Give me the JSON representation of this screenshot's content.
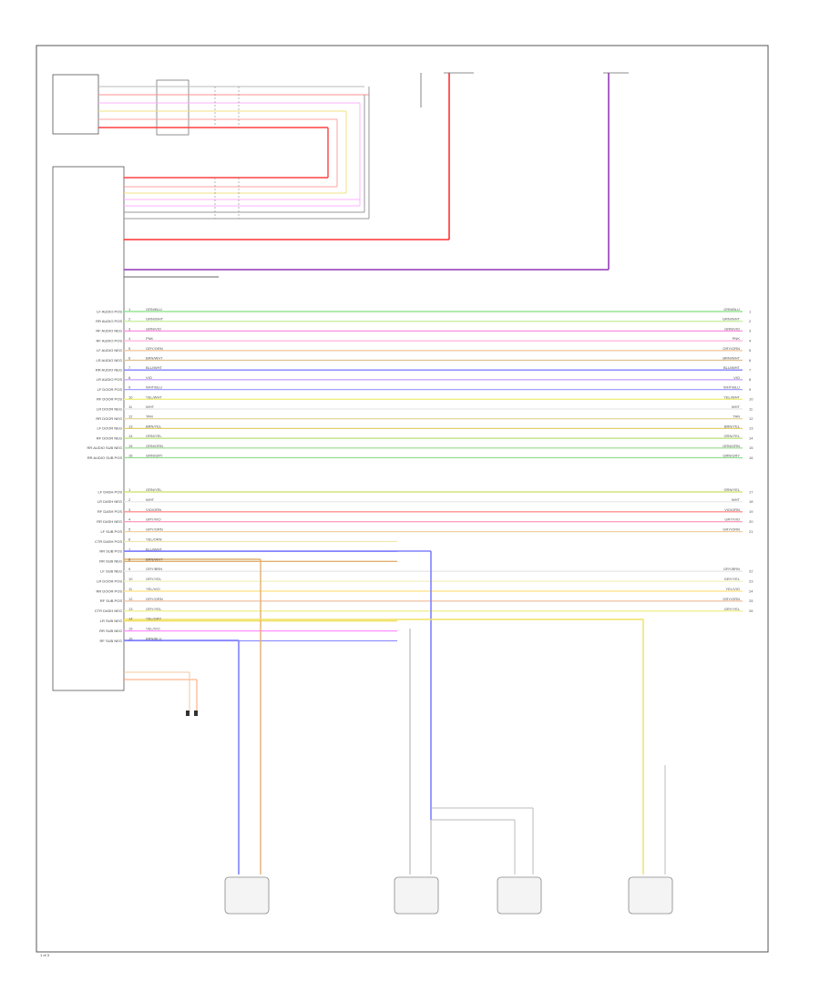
{
  "diagram": {
    "left_pins": [
      {
        "name": "LF AUDIO POS",
        "pin": "1",
        "code": "GRN/BLU",
        "right": "GRN/BLU",
        "rpin": "1",
        "color": "#7fe07f"
      },
      {
        "name": "RR AUDIO POS",
        "pin": "2",
        "code": "GRN/WHT",
        "right": "GRN/WHT",
        "rpin": "2",
        "color": "#c9f0a0"
      },
      {
        "name": "RF AUDIO NEG",
        "pin": "3",
        "code": "GRN/VIO",
        "right": "GRN/VIO",
        "rpin": "3",
        "color": "#ff8fe0"
      },
      {
        "name": "RF AUDIO POS",
        "pin": "4",
        "code": "PNK",
        "right": "PNK",
        "rpin": "4",
        "color": "#ffb0d8"
      },
      {
        "name": "LF AUDIO NEG",
        "pin": "5",
        "code": "GRY/ORN",
        "right": "GRY/ORN",
        "rpin": "5",
        "color": "#f0c8a0"
      },
      {
        "name": "LR AUDIO NEG",
        "pin": "6",
        "code": "BRN/WHT",
        "right": "BRN/WHT",
        "rpin": "6",
        "color": "#e0c090"
      },
      {
        "name": "RR AUDIO NEG",
        "pin": "7",
        "code": "BLU/WHT",
        "right": "BLU/WHT",
        "rpin": "7",
        "color": "#8080ff"
      },
      {
        "name": "LR AUDIO POS",
        "pin": "8",
        "code": "VIO",
        "right": "VIO",
        "rpin": "8",
        "color": "#c0a0ff"
      },
      {
        "name": "LF DOOR POS",
        "pin": "9",
        "code": "WHT/BLU",
        "right": "WHT/BLU",
        "rpin": "9",
        "color": "#a0a0ff"
      },
      {
        "name": "RF DOOR POS",
        "pin": "10",
        "code": "YEL/WHT",
        "right": "YEL/WHT",
        "rpin": "10",
        "color": "#f0f080"
      },
      {
        "name": "LR DOOR NEG",
        "pin": "11",
        "code": "WHT",
        "right": "WHT",
        "rpin": "11",
        "color": "#e8e8e8"
      },
      {
        "name": "RR DOOR NEG",
        "pin": "12",
        "code": "TAN",
        "right": "TAN",
        "rpin": "12",
        "color": "#e8d8a0"
      },
      {
        "name": "LF DOOR NEG",
        "pin": "13",
        "code": "BRN/YEL",
        "right": "BRN/YEL",
        "rpin": "13",
        "color": "#e0d070"
      },
      {
        "name": "RF DOOR NEG",
        "pin": "14",
        "code": "GRN/YEL",
        "right": "GRN/YEL",
        "rpin": "14",
        "color": "#b8e070"
      },
      {
        "name": "RR AUDIO SUB NEG",
        "pin": "15",
        "code": "GRN/ORN",
        "right": "GRN/ORN",
        "rpin": "15",
        "color": "#a8e0a0"
      },
      {
        "name": "RR AUDIO SUB POS",
        "pin": "16",
        "code": "GRN/GRY",
        "right": "GRN/GRY",
        "rpin": "16",
        "color": "#90e090"
      }
    ],
    "lower_pins": [
      {
        "name": "LF DASH POS",
        "pin": "1",
        "code": "GRN/YEL",
        "right": "GRN/YEL",
        "rpin": "17",
        "color": "#c8e060"
      },
      {
        "name": "LR DASH NEG",
        "pin": "2",
        "code": "WHT",
        "right": "WHT",
        "rpin": "18",
        "color": "#e8e8e8"
      },
      {
        "name": "RF DASH POS",
        "pin": "3",
        "code": "VIO/ORN",
        "right": "VIO/ORN",
        "rpin": "19",
        "color": "#ff9090"
      },
      {
        "name": "RR DASH NEG",
        "pin": "4",
        "code": "GRY/VIO",
        "right": "GRY/VIO",
        "rpin": "20",
        "color": "#ffa0c0"
      },
      {
        "name": "LF SUB POS",
        "pin": "5",
        "code": "GRY/ORN",
        "right": "GRY/ORN",
        "rpin": "21",
        "color": "#f0d0a0"
      },
      {
        "name": "CTR DASH POS",
        "pin": "6",
        "code": "YEL/ORN",
        "right": "",
        "rpin": "",
        "color": "#f0e8b0"
      },
      {
        "name": "RR SUB POS",
        "pin": "7",
        "code": "BLU/WHT",
        "right": "",
        "rpin": "",
        "color": "#9090ff"
      },
      {
        "name": "RR SUB NEG",
        "pin": "8",
        "code": "BRN/WHT",
        "right": "",
        "rpin": "",
        "color": "#e0b070"
      },
      {
        "name": "LF SUB NEG",
        "pin": "9",
        "code": "GRY/BRN",
        "right": "GRY/BRN",
        "rpin": "22",
        "color": "#e8e8e8"
      },
      {
        "name": "LR DOOR POS",
        "pin": "10",
        "code": "GRY/YEL",
        "right": "GRY/YEL",
        "rpin": "23",
        "color": "#f0f0c0"
      },
      {
        "name": "RR DOOR POS",
        "pin": "11",
        "code": "YEL/VIO",
        "right": "YEL/VIO",
        "rpin": "24",
        "color": "#ffe080"
      },
      {
        "name": "RF SUB POS",
        "pin": "12",
        "code": "GRY/ORN",
        "right": "GRY/ORN",
        "rpin": "25",
        "color": "#f0c0a0"
      },
      {
        "name": "CTR DASH NEG",
        "pin": "13",
        "code": "GRY/YEL",
        "right": "GRY/YEL",
        "rpin": "26",
        "color": "#f0f090"
      },
      {
        "name": "LR SUB NEG",
        "pin": "14",
        "code": "YEL/GRY",
        "right": "",
        "rpin": "",
        "color": "#f0e060"
      },
      {
        "name": "RR SUB NEG",
        "pin": "15",
        "code": "YEL/VIO",
        "right": "",
        "rpin": "",
        "color": "#ff90ff"
      },
      {
        "name": "RF SUB NEG",
        "pin": "16",
        "code": "BRN/BLU",
        "right": "",
        "rpin": "",
        "color": "#9090ff"
      }
    ],
    "caption": "",
    "footer_tag": "1 of 3"
  }
}
